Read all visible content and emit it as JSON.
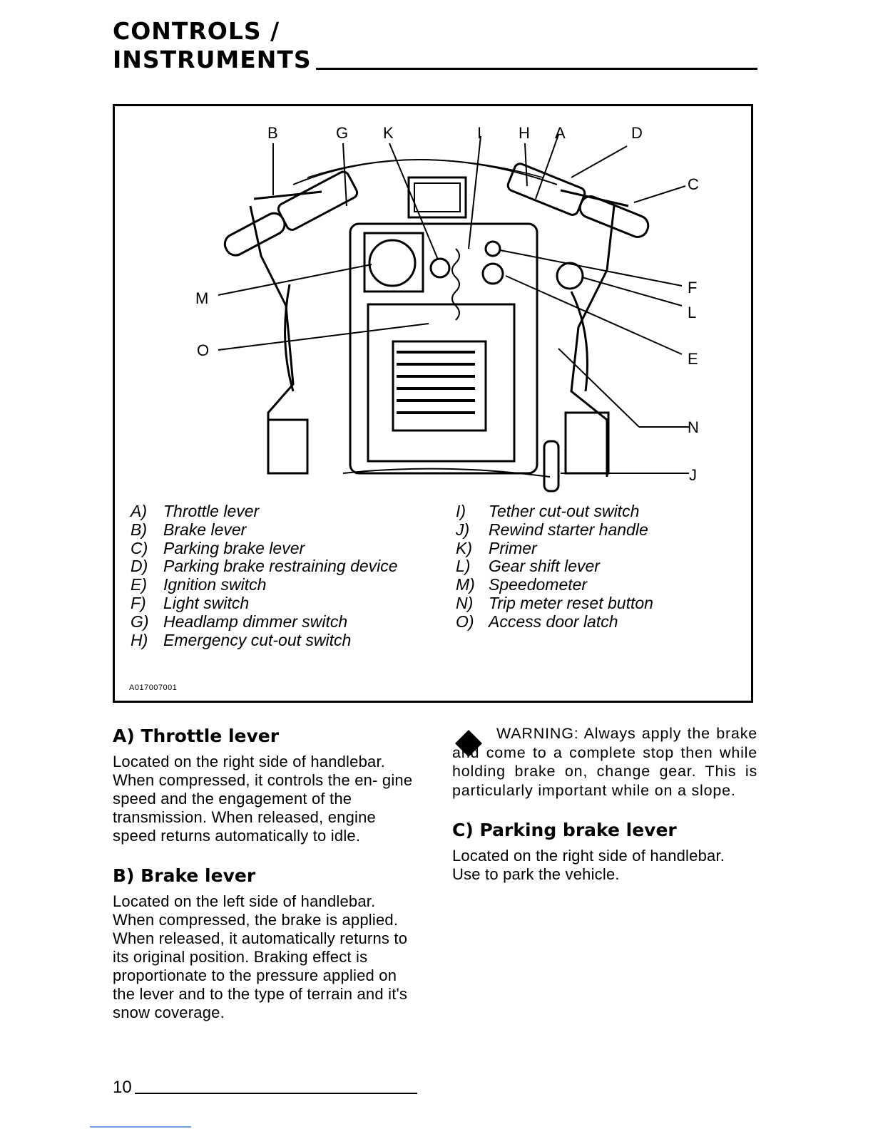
{
  "header": {
    "line1": "CONTROLS /",
    "line2": "INSTRUMENTS"
  },
  "figure": {
    "callouts": [
      "B",
      "G",
      "K",
      "I",
      "H",
      "A",
      "D",
      "C",
      "M",
      "F",
      "L",
      "O",
      "E",
      "N",
      "J"
    ],
    "figure_id": "A017007001",
    "legend_left": [
      {
        "key": "A)",
        "label": "Throttle lever"
      },
      {
        "key": "B)",
        "label": "Brake lever"
      },
      {
        "key": "C)",
        "label": "Parking brake lever"
      },
      {
        "key": "D)",
        "label": "Parking brake restraining device"
      },
      {
        "key": "E)",
        "label": "Ignition switch"
      },
      {
        "key": "F)",
        "label": "Light switch"
      },
      {
        "key": "G)",
        "label": "Headlamp dimmer switch"
      },
      {
        "key": "H)",
        "label": "Emergency cut-out switch"
      }
    ],
    "legend_right": [
      {
        "key": "I)",
        "label": "Tether cut-out switch"
      },
      {
        "key": "J)",
        "label": "Rewind starter handle"
      },
      {
        "key": "K)",
        "label": "Primer"
      },
      {
        "key": "L)",
        "label": "Gear shift lever"
      },
      {
        "key": "M)",
        "label": "Speedometer"
      },
      {
        "key": "N)",
        "label": "Trip meter reset button"
      },
      {
        "key": "O)",
        "label": "Access door latch"
      }
    ]
  },
  "sections": {
    "throttle": {
      "title": "A) Throttle lever",
      "body": "Located on the right side of handlebar. When compressed, it controls the en- gine speed and the engagement of the transmission. When released, engine speed returns automatically to idle."
    },
    "brake": {
      "title": "B) Brake lever",
      "body": "Located on the left side of handlebar. When compressed, the brake is applied. When released, it automatically returns to its original position. Braking effect is proportionate to the pressure applied on the lever and to the type of terrain and it's snow coverage."
    },
    "warning": {
      "text": "WARNING: Always apply the brake and come to a complete stop then while holding brake on, change gear. This is particularly important while on a slope."
    },
    "parking": {
      "title": "C) Parking brake lever",
      "body": "Located on the right side of handlebar. Use to park the vehicle."
    }
  },
  "footer": {
    "page_number": "10"
  }
}
